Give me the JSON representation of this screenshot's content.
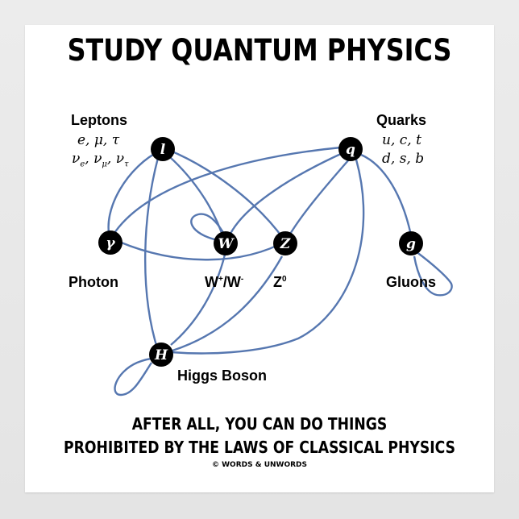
{
  "title": "STUDY QUANTUM PHYSICS",
  "groups": {
    "leptons": {
      "label": "Leptons",
      "line1": "e, μ, τ",
      "line2_base": [
        "ν",
        "ν",
        "ν"
      ],
      "line2_sub": [
        "e",
        "μ",
        "τ"
      ]
    },
    "quarks": {
      "label": "Quarks",
      "line1": "u, c, t",
      "line2": "d, s, b"
    }
  },
  "nodes": {
    "lepton": {
      "letter": "l"
    },
    "quark": {
      "letter": "q"
    },
    "photon": {
      "letter": "γ",
      "label": "Photon"
    },
    "w": {
      "letter": "W",
      "label_base": "W",
      "label_sup1": "+",
      "label_mid": "/W",
      "label_sup2": "-"
    },
    "z": {
      "letter": "Z",
      "label_base": "Z",
      "label_sup": "0"
    },
    "gluon": {
      "letter": "g",
      "label": "Gluons"
    },
    "higgs": {
      "letter": "H",
      "label": "Higgs Boson"
    }
  },
  "footer": {
    "line1": "AFTER ALL, YOU CAN DO THINGS",
    "line2": "PROHIBITED BY THE LAWS OF CLASSICAL PHYSICS",
    "credit": "© WORDS & UNWORDS"
  },
  "colors": {
    "edge": "#5677b0",
    "node": "#000000",
    "background": "#ffffff"
  }
}
